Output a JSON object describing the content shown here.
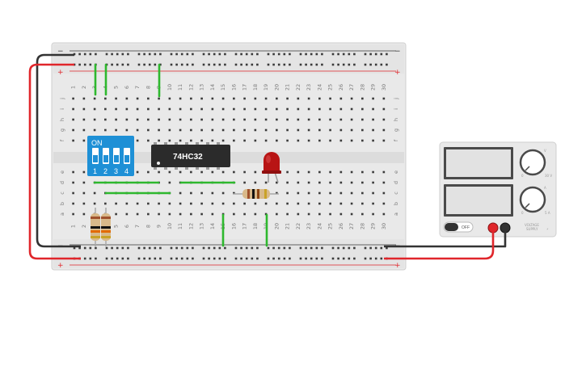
{
  "breadboard": {
    "top_minus": "−",
    "top_plus": "+",
    "bottom_minus": "−",
    "bottom_plus": "+",
    "upper_rows": [
      "j",
      "i",
      "h",
      "g",
      "f"
    ],
    "lower_rows": [
      "e",
      "d",
      "c",
      "b",
      "a"
    ],
    "columns": [
      "1",
      "2",
      "3",
      "4",
      "5",
      "6",
      "7",
      "8",
      "9",
      "10",
      "11",
      "12",
      "13",
      "14",
      "15",
      "16",
      "17",
      "18",
      "19",
      "20",
      "21",
      "22",
      "23",
      "24",
      "25",
      "26",
      "27",
      "28",
      "29",
      "30"
    ]
  },
  "dip_switch": {
    "on_label": "ON",
    "numbers": [
      "1",
      "2",
      "3",
      "4"
    ]
  },
  "chip": {
    "label": "74HC32"
  },
  "power_supply": {
    "off_label": "OFF",
    "voltage_unit": "V",
    "current_unit": "A",
    "voltage_max": "30 V",
    "current_max": "5 A",
    "knob_min": "0",
    "brand_line1": "VOLTAGE",
    "brand_line2": "SUPPLY"
  },
  "colors": {
    "wire_red": "#e0262b",
    "wire_black": "#333333",
    "jumper_green": "#2eb82e",
    "dip_blue": "#1e90d6",
    "led_red": "#b81414"
  }
}
